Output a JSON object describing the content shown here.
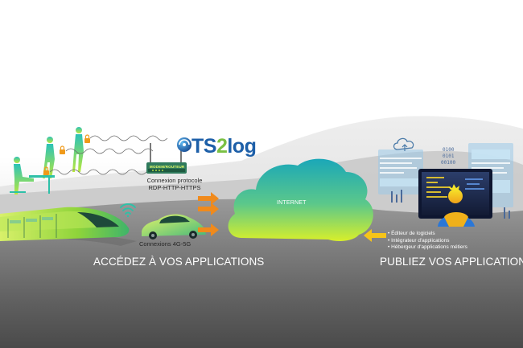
{
  "brand": {
    "name_part1": "TS",
    "name_part2": "2",
    "name_part3": "log"
  },
  "modem": {
    "label": "MODEM/ROUTEUR"
  },
  "protocol": {
    "line1": "Connexion protocole",
    "line2": "RDP-HTTP-HTTPS"
  },
  "mobile": {
    "label": "Connexions 4G-5G"
  },
  "cloud": {
    "label": "INTERNET"
  },
  "left_section": {
    "heading": "ACCÉDEZ À VOS APPLICATIONS"
  },
  "right_section": {
    "heading": "PUBLIEZ VOS APPLICATIONS",
    "features": [
      "• Éditeur de logiciels",
      "• Intégrateur d'applications",
      "• Hébergeur d'applications métiers"
    ]
  },
  "colors": {
    "accent_green": "#9bd82a",
    "accent_teal": "#1fb3b3",
    "arrow_orange": "#f08a1c",
    "arrow_yellow": "#f6c419",
    "brand_blue": "#1d5fa8"
  },
  "icons": [
    "cloud-icon",
    "wifi-icon",
    "lock-icon",
    "train-icon",
    "car-icon",
    "router-icon",
    "monitor-icon"
  ]
}
